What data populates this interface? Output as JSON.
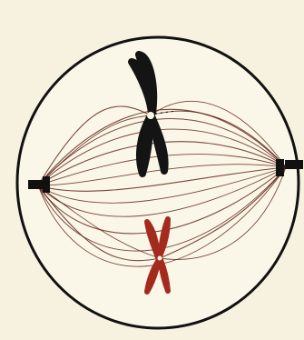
{
  "diagram": {
    "subject": "cell-division-spindle",
    "colors": {
      "background": "#f7f2df",
      "cell_outline": "#111111",
      "spindle_fiber": "#5a1e14",
      "chromosome_dark": "#141414",
      "chromosome_red": "#a42a1e",
      "pole": "#111111"
    },
    "elements": {
      "cell": "cell-membrane",
      "left_pole": "centrosome",
      "right_pole": "centrosome",
      "upper_chromosome": "replicated-chromosome",
      "lower_chromosome": "replicated-chromosome"
    }
  }
}
